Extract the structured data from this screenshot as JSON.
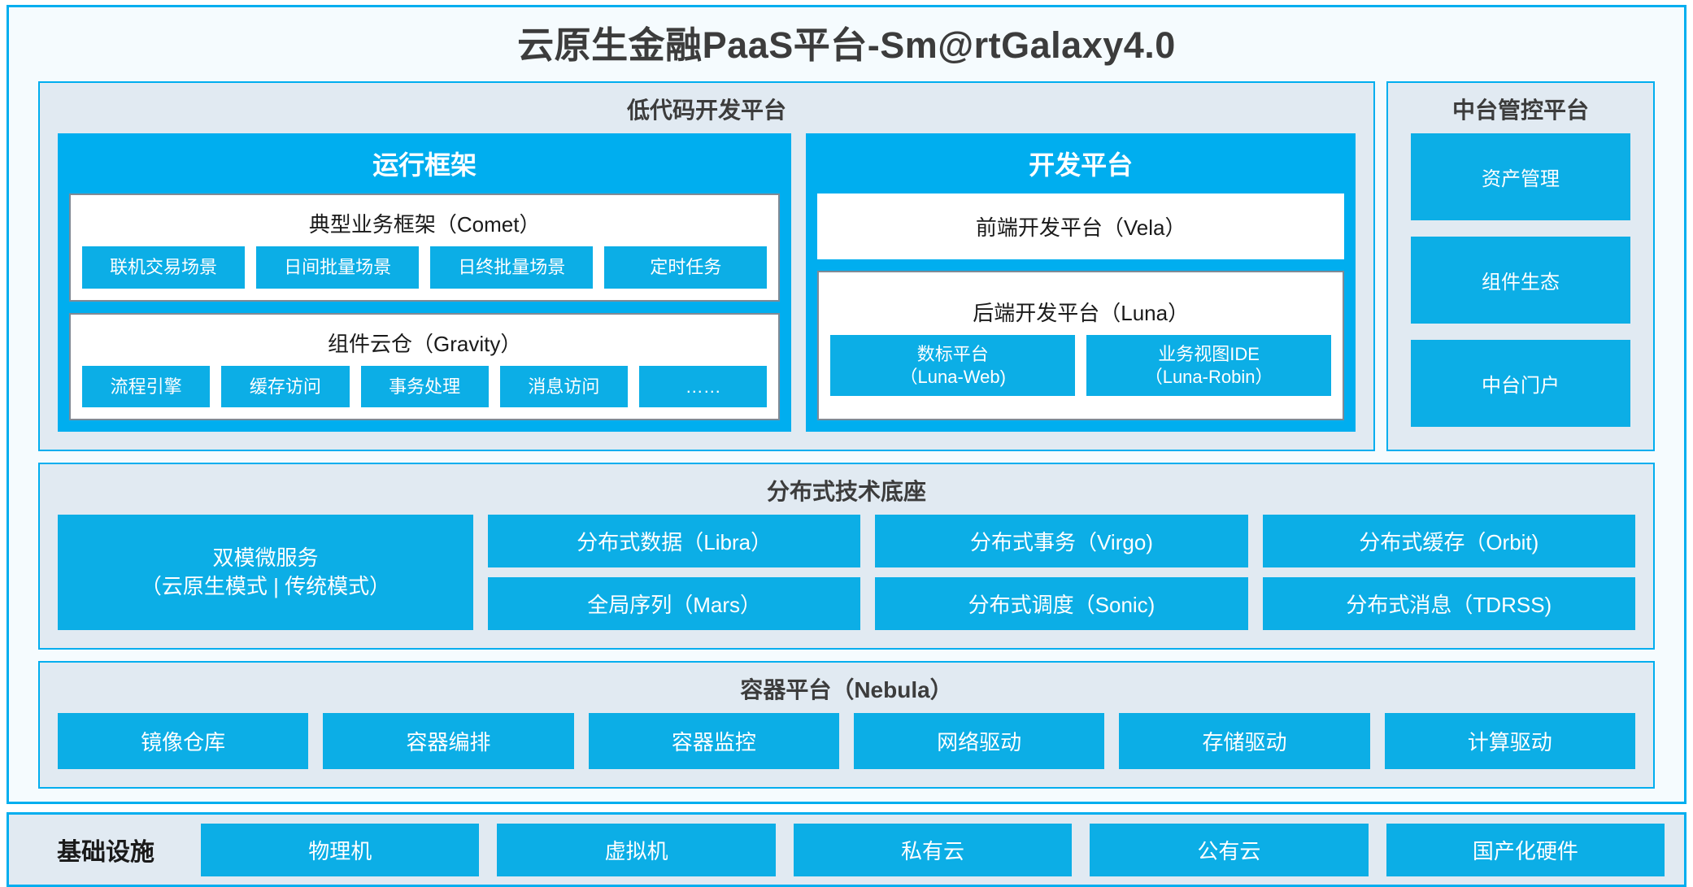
{
  "title": "云原生金融PaaS平台-Sm@rtGalaxy4.0",
  "accent_color": "#00AEEF",
  "chip_color": "#0CAEE6",
  "panel_bg": "#E1EAF2",
  "lowcode": {
    "title": "低代码开发平台",
    "runtime": {
      "title": "运行框架",
      "comet": {
        "title": "典型业务框架（Comet）",
        "items": [
          "联机交易场景",
          "日间批量场景",
          "日终批量场景",
          "定时任务"
        ]
      },
      "gravity": {
        "title": "组件云仓（Gravity）",
        "items": [
          "流程引擎",
          "缓存访问",
          "事务处理",
          "消息访问",
          "……"
        ]
      }
    },
    "dev": {
      "title": "开发平台",
      "frontend": "前端开发平台（Vela）",
      "backend": {
        "title": "后端开发平台（Luna）",
        "items": [
          {
            "line1": "数标平台",
            "line2": "（Luna-Web)"
          },
          {
            "line1": "业务视图IDE",
            "line2": "（Luna-Robin）"
          }
        ]
      }
    }
  },
  "midoffice": {
    "title": "中台管控平台",
    "items": [
      "资产管理",
      "组件生态",
      "中台门户"
    ]
  },
  "tech": {
    "title": "分布式技术底座",
    "microservice": {
      "line1": "双模微服务",
      "line2": "（云原生模式 | 传统模式）"
    },
    "columns": [
      [
        "分布式数据（Libra）",
        "全局序列（Mars）"
      ],
      [
        "分布式事务（Virgo)",
        "分布式调度（Sonic)"
      ],
      [
        "分布式缓存（Orbit)",
        "分布式消息（TDRSS)"
      ]
    ]
  },
  "container": {
    "title": "容器平台（Nebula）",
    "items": [
      "镜像仓库",
      "容器编排",
      "容器监控",
      "网络驱动",
      "存储驱动",
      "计算驱动"
    ]
  },
  "infra": {
    "label": "基础设施",
    "items": [
      "物理机",
      "虚拟机",
      "私有云",
      "公有云",
      "国产化硬件"
    ]
  }
}
